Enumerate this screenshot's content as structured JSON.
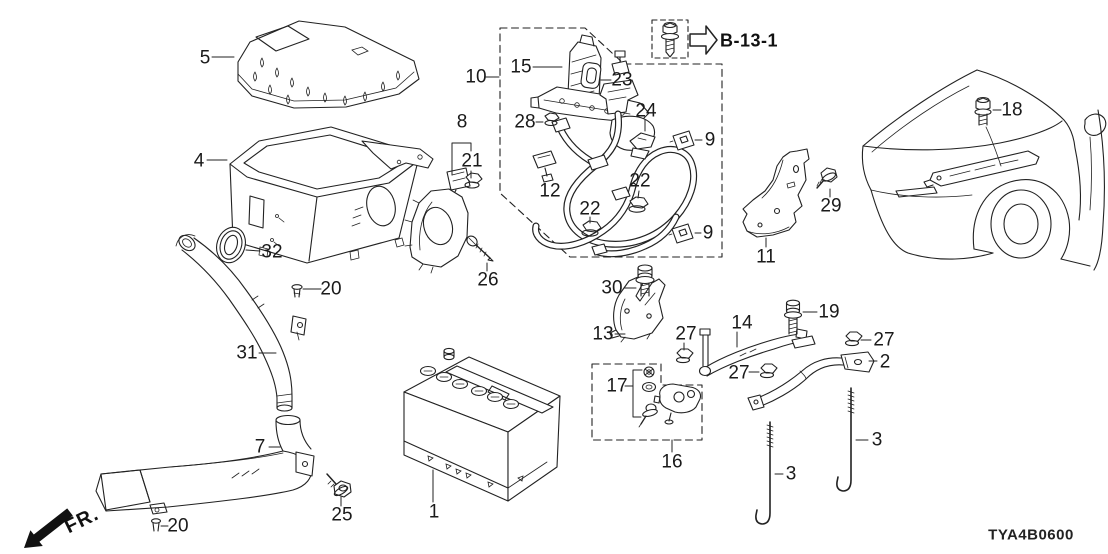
{
  "diagram": {
    "code": "TYA4B0600",
    "front_label": "FR.",
    "cross_reference_label": "B-13-1",
    "part_labels": [
      {
        "text": "5"
      },
      {
        "text": "4"
      },
      {
        "text": "32"
      },
      {
        "text": "20"
      },
      {
        "text": "31"
      },
      {
        "text": "7"
      },
      {
        "text": "20"
      },
      {
        "text": "25"
      },
      {
        "text": "1"
      },
      {
        "text": "8"
      },
      {
        "text": "21"
      },
      {
        "text": "26"
      },
      {
        "text": "10"
      },
      {
        "text": "15"
      },
      {
        "text": "23"
      },
      {
        "text": "28"
      },
      {
        "text": "24"
      },
      {
        "text": "12"
      },
      {
        "text": "22"
      },
      {
        "text": "22"
      },
      {
        "text": "9"
      },
      {
        "text": "9"
      },
      {
        "text": "11"
      },
      {
        "text": "29"
      },
      {
        "text": "18"
      },
      {
        "text": "30"
      },
      {
        "text": "13"
      },
      {
        "text": "27"
      },
      {
        "text": "14"
      },
      {
        "text": "19"
      },
      {
        "text": "27"
      },
      {
        "text": "27"
      },
      {
        "text": "2"
      },
      {
        "text": "17"
      },
      {
        "text": "16"
      },
      {
        "text": "3"
      },
      {
        "text": "3"
      }
    ]
  }
}
